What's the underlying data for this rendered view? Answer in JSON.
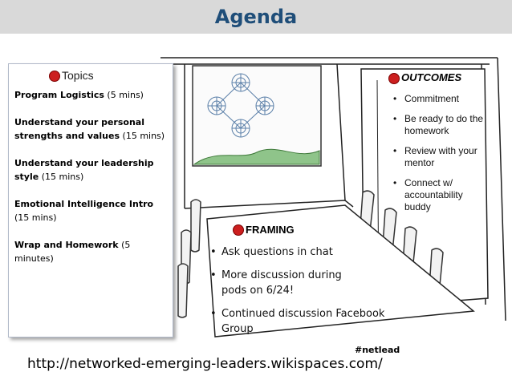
{
  "title": "Agenda",
  "colors": {
    "title_bar": "#d9d9d9",
    "title_text": "#1f4e79",
    "marker_dot": "#cc1f1f"
  },
  "topics": {
    "heading": "Topics",
    "items": [
      {
        "label": "Program Logistics",
        "detail": " (5 mins)"
      },
      {
        "label": "Understand your personal strengths and values",
        "detail": " (15 mins)"
      },
      {
        "label": "Understand your leadership style",
        "detail": "  (15 mins)"
      },
      {
        "label": "Emotional Intelligence Intro",
        "detail": " (15 mins)"
      },
      {
        "label": "Wrap and Homework",
        "detail": " (5 minutes)"
      }
    ]
  },
  "outcomes": {
    "heading": "OUTCOMES",
    "items": [
      "Commitment",
      "Be ready to do the homework",
      "Review with your mentor",
      "Connect w/ accountability buddy"
    ]
  },
  "framing": {
    "heading": "FRAMING",
    "items": [
      "Ask questions in chat",
      "More discussion during pods on 6/24!",
      "Continued discussion Facebook Group"
    ]
  },
  "hashtag": "#netlead",
  "url": "http://networked-emerging-leaders.wikispaces.com/"
}
